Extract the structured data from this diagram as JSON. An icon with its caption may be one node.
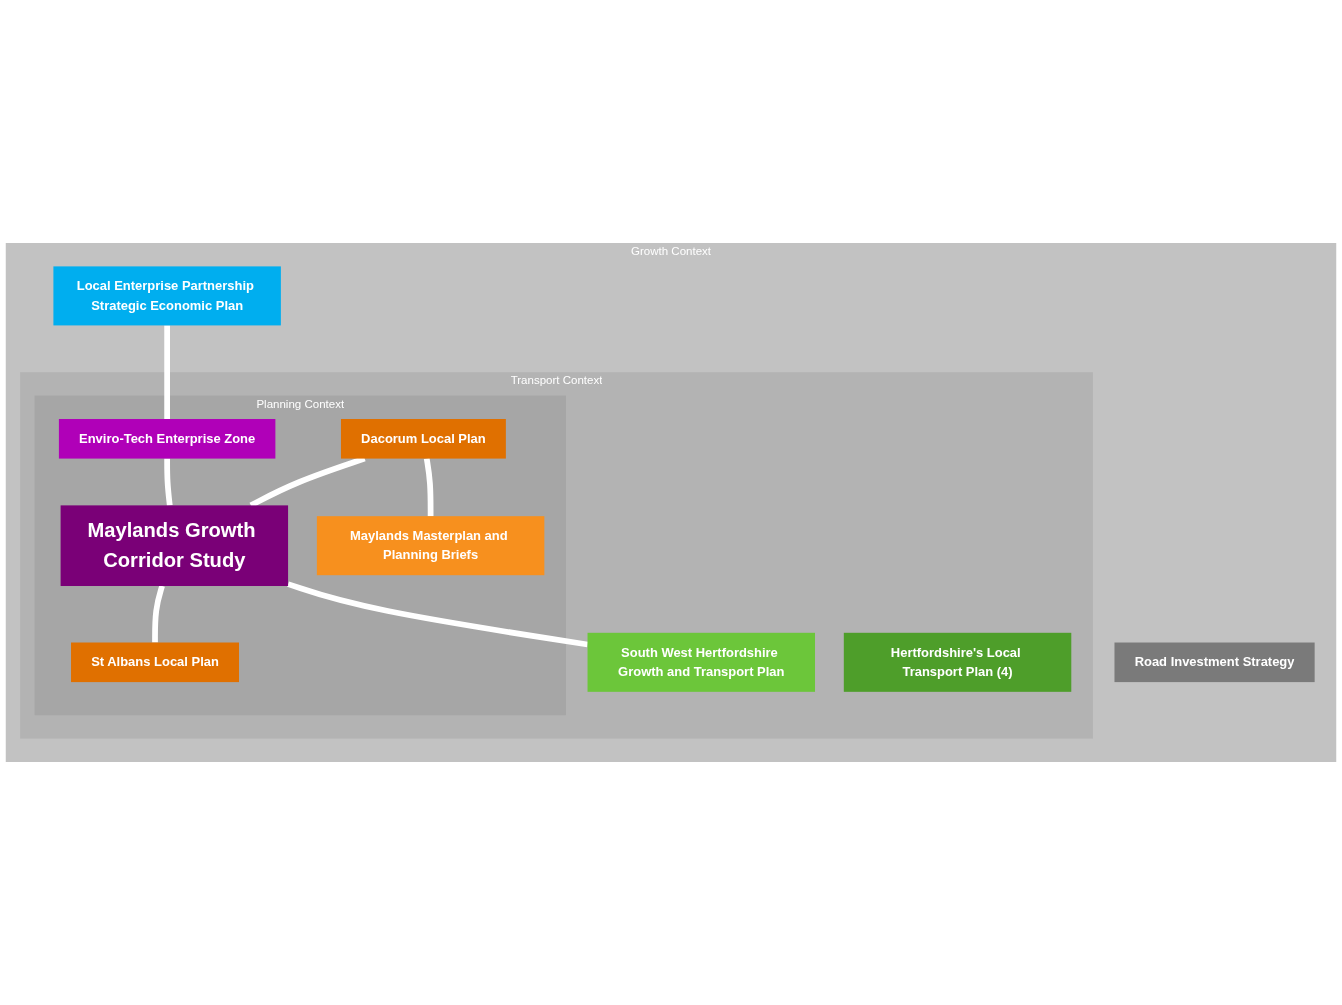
{
  "diagram": {
    "nodes": [
      {
        "text": [
          "Growth Context"
        ]
      },
      {
        "text": [
          "Local Enterprise Partnership Strategic Economic Plan"
        ],
        "in": 0
      },
      {
        "text": [
          "Transport Context"
        ],
        "in": 0
      },
      {
        "text": [
          "Planning Context"
        ],
        "in": 2
      },
      {
        "text": [
          "Enviro-Tech Enterprise Zone"
        ],
        "in": 3
      },
      {
        "text": [
          "Dacorum Local Plan"
        ],
        "in": 3
      },
      {
        "text": [
          "Maylands Growth Corridor Study"
        ],
        "in": 3
      },
      {
        "text": [
          "St Albans Local Plan"
        ],
        "in": 3
      },
      {
        "text": [
          "Maylands Masterplan and Planning Briefs"
        ],
        "in": 3
      },
      {
        "text": [
          "South West Hertfordshire Growth and Transport Plan"
        ],
        "in": 2
      },
      {
        "text": [
          "Hertfordshire's Local Transport Plan (4)"
        ],
        "in": 2
      },
      {
        "text": [
          "Road Investment Strategy"
        ],
        "in": 0
      }
    ],
    "edges": [
      {
        "from": 1,
        "to": 4,
        "arrow": "none"
      },
      {
        "from": 4,
        "to": 6,
        "arrow": "none"
      },
      {
        "from": 5,
        "to": 6,
        "arrow": "none"
      },
      {
        "from": 6,
        "to": 7,
        "arrow": "none"
      },
      {
        "from": 5,
        "to": 8,
        "arrow": "none"
      },
      {
        "from": 6,
        "to": 9,
        "arrow": "none"
      }
    ]
  }
}
